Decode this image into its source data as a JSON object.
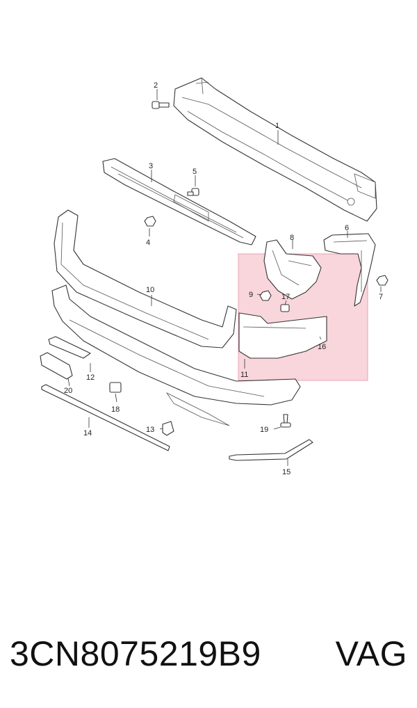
{
  "callouts": {
    "c1": "1",
    "c2": "2",
    "c3": "3",
    "c4": "4",
    "c5": "5",
    "c6": "6",
    "c7": "7",
    "c8": "8",
    "c9": "9",
    "c10": "10",
    "c11": "11",
    "c12": "12",
    "c13": "13",
    "c14": "14",
    "c15": "15",
    "c16": "16",
    "c17": "17",
    "c18": "18",
    "c19": "19",
    "c20": "20"
  },
  "caption": {
    "part_number": "3CN8075219B9",
    "brand": "VAG"
  },
  "colors": {
    "highlight_fill": "#f9d5dc",
    "highlight_stroke": "#e8a5b3",
    "line": "#333333"
  }
}
